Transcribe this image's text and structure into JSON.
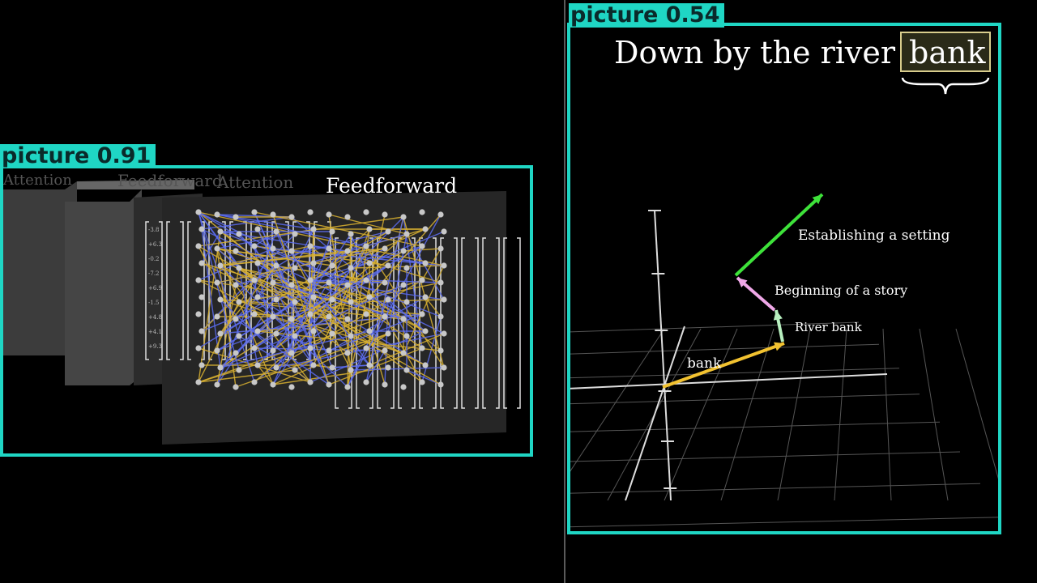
{
  "detections": [
    {
      "label": "picture",
      "score": "0.91"
    },
    {
      "label": "picture",
      "score": "0.54"
    }
  ],
  "left_panel": {
    "ghost_labels": [
      "Attention",
      "Feedforward",
      "Attention"
    ],
    "feedforward_label": "Feedforward",
    "vector_values": [
      "-3.8",
      "+6.3",
      "-0.2",
      "-7.2",
      "+6.9",
      "-1.5",
      "+4.8",
      "+4.1",
      "+9.3"
    ],
    "colors": {
      "edge_blue": "#5b6cf0",
      "edge_yellow": "#d8b030",
      "node": "#c8c8c8",
      "block": "#3a3a3a"
    }
  },
  "right_panel": {
    "sentence_prefix": "Down by the river",
    "highlight_word": "bank",
    "vectors": [
      {
        "label": "bank",
        "color": "#f2c230"
      },
      {
        "label": "River bank",
        "color": "#b8f0c0"
      },
      {
        "label": "Beginning of a story",
        "color": "#f0a8e8"
      },
      {
        "label": "Establishing a setting",
        "color": "#3ee23a"
      }
    ]
  }
}
